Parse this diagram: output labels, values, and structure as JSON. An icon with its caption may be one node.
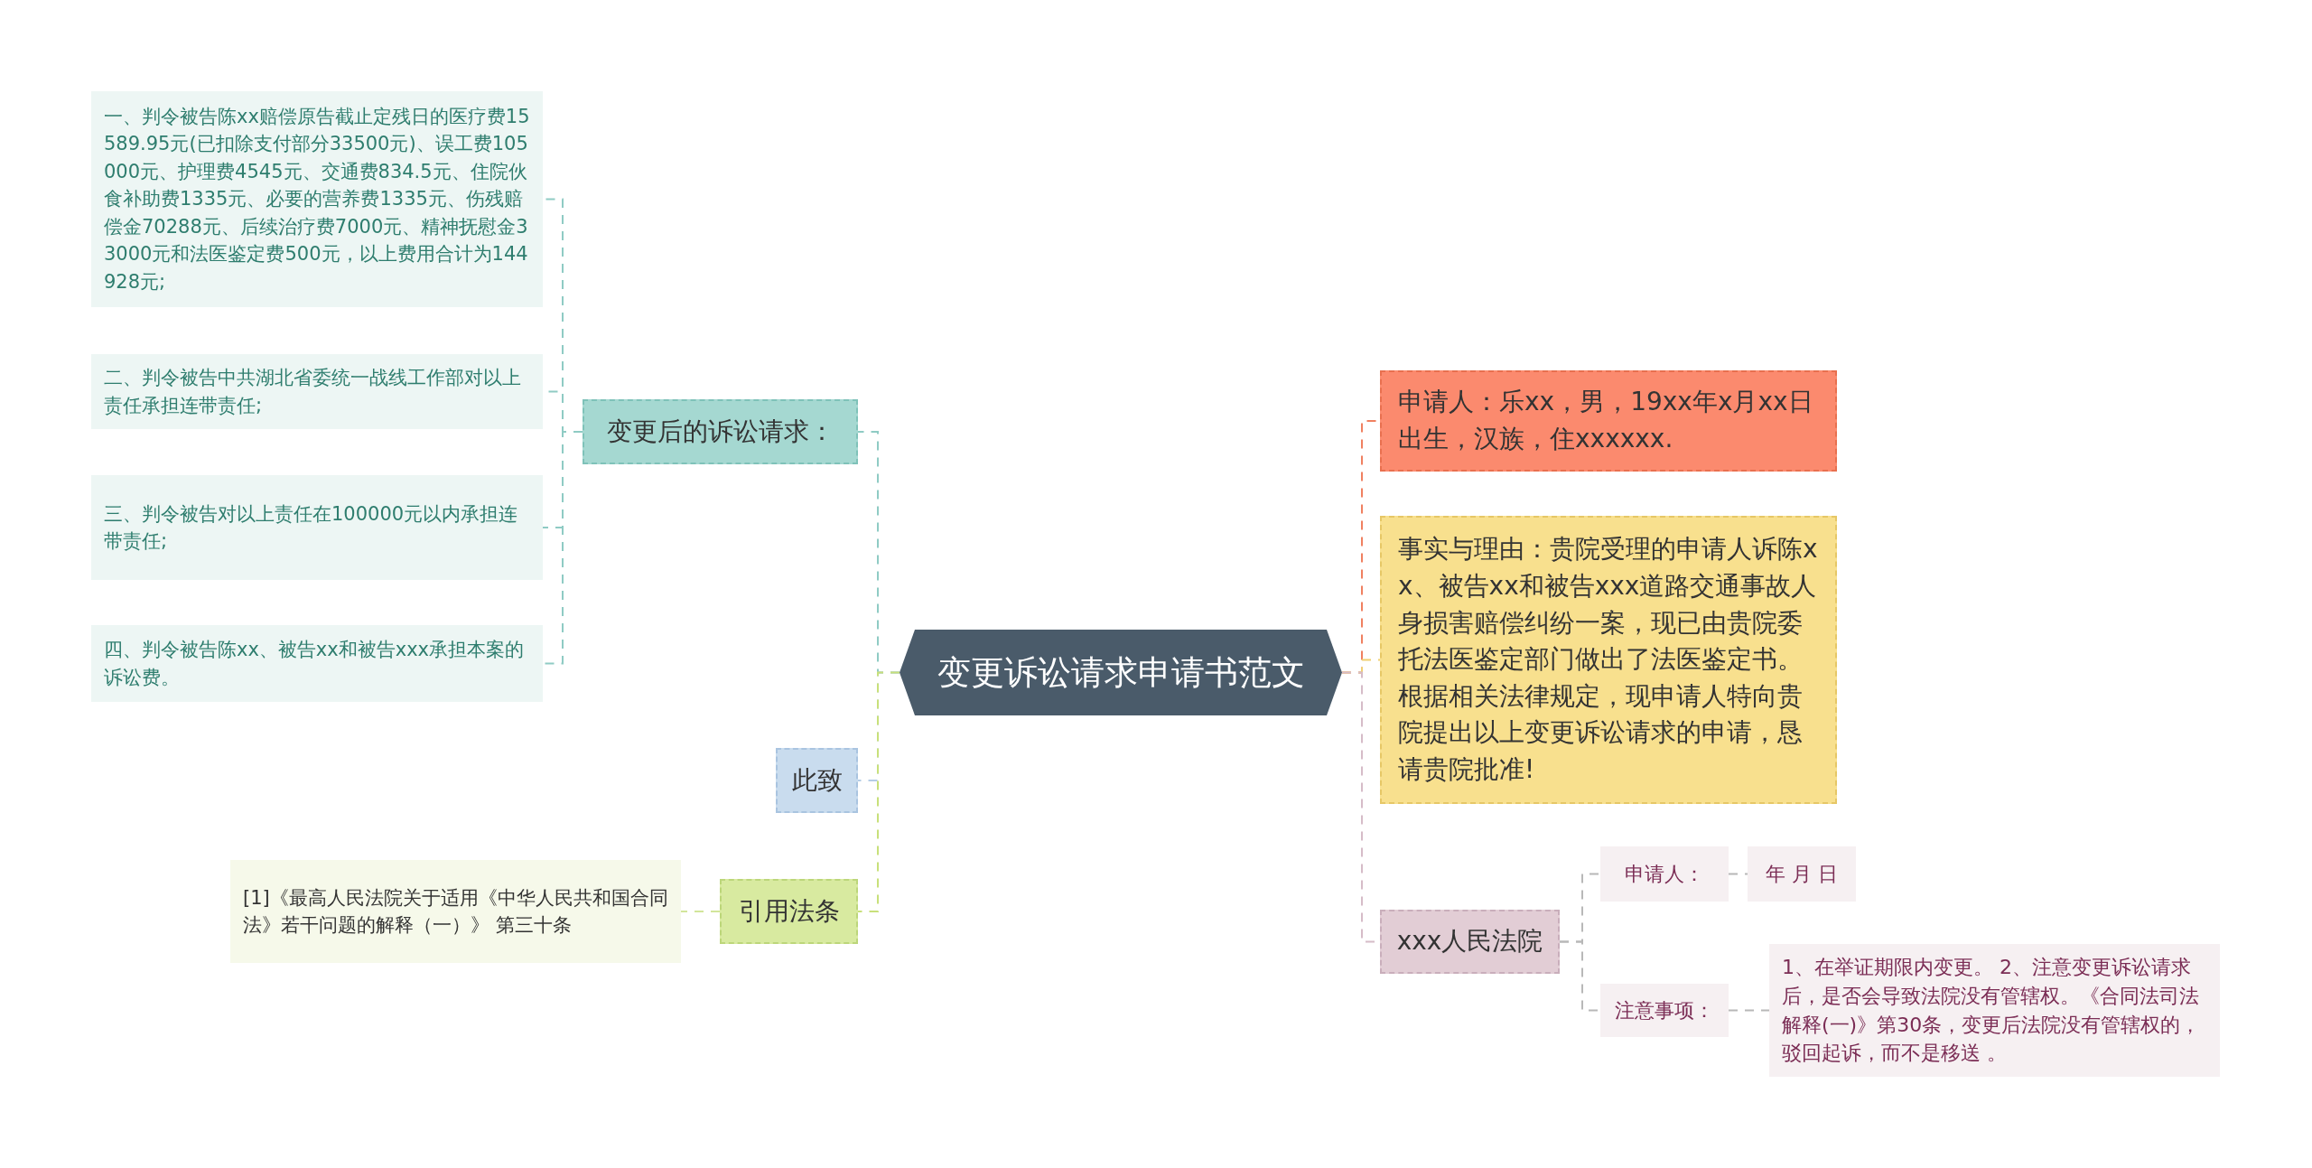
{
  "diagram": {
    "nodes": [
      {
        "text": [
          "变更诉讼请求申请书范文"
        ]
      },
      {
        "text": [
          "变更后的诉讼请求："
        ]
      },
      {
        "text": [
          "一、判令被告陈xx赔偿原告截止定残日的医疗费15589.95元(已扣除支付部分33500元)、误工费105000元、护理费4545元、交通费834.5元、住院伙食补助费1335元、必要的营养费1335元、伤残赔偿金70288元、后续治疗费7000元、精神抚慰金33000元和法医鉴定费500元，以上费用合计为144928元;"
        ]
      },
      {
        "text": [
          "二、判令被告中共湖北省委统一战线工作部对以上责任承担连带责任;"
        ]
      },
      {
        "text": [
          "三、判令被告对以上责任在100000元以内承担连带责任;"
        ]
      },
      {
        "text": [
          "四、判令被告陈xx、被告xx和被告xxx承担本案的诉讼费。"
        ]
      },
      {
        "text": [
          "此致"
        ]
      },
      {
        "text": [
          "引用法条"
        ]
      },
      {
        "text": [
          "[1]《最高人民法院关于适用《中华人民共和国合同法》若干问题的解释（一）》 第三十条"
        ]
      },
      {
        "text": [
          "申请人：乐xx，男，19xx年x月xx日出生，汉族，住xxxxxx."
        ]
      },
      {
        "text": [
          "事实与理由：贵院受理的申请人诉陈xx、被告xx和被告xxx道路交通事故人身损害赔偿纠纷一案，现已由贵院委托法医鉴定部门做出了法医鉴定书。根据相关法律规定，现申请人特向贵院提出以上变更诉讼请求的申请，恳请贵院批准!"
        ]
      },
      {
        "text": [
          "xxx人民法院"
        ]
      },
      {
        "text": [
          "申请人："
        ]
      },
      {
        "text": [
          "年 月 日"
        ]
      },
      {
        "text": [
          "注意事项："
        ]
      },
      {
        "text": [
          "1、在举证期限内变更。 2、注意变更诉讼请求后，是否会导致法院没有管辖权。《合同法司法解释(一)》第30条，变更后法院没有管辖权的，驳回起诉，而不是移送 。"
        ]
      }
    ],
    "edges": [
      {
        "from": 0,
        "to": 1,
        "arrow": "none",
        "style": "dashed",
        "color": "#8fcbc4"
      },
      {
        "from": 1,
        "to": 2,
        "arrow": "none",
        "style": "dashed",
        "color": "#8fcbc4"
      },
      {
        "from": 1,
        "to": 3,
        "arrow": "none",
        "style": "dashed",
        "color": "#8fcbc4"
      },
      {
        "from": 1,
        "to": 4,
        "arrow": "none",
        "style": "dashed",
        "color": "#8fcbc4"
      },
      {
        "from": 1,
        "to": 5,
        "arrow": "none",
        "style": "dashed",
        "color": "#8fcbc4"
      },
      {
        "from": 0,
        "to": 6,
        "arrow": "none",
        "style": "dashed",
        "color": "#b5cde6"
      },
      {
        "from": 0,
        "to": 7,
        "arrow": "none",
        "style": "dashed",
        "color": "#c8e07a"
      },
      {
        "from": 7,
        "to": 8,
        "arrow": "none",
        "style": "dashed",
        "color": "#d2e59a"
      },
      {
        "from": 0,
        "to": 9,
        "arrow": "none",
        "style": "dashed",
        "color": "#f08060"
      },
      {
        "from": 0,
        "to": 10,
        "arrow": "none",
        "style": "dashed",
        "color": "#f0d070"
      },
      {
        "from": 0,
        "to": 11,
        "arrow": "none",
        "style": "dashed",
        "color": "#d6bcc8"
      },
      {
        "from": 11,
        "to": 12,
        "arrow": "none",
        "style": "dashed",
        "color": "#b8b8b8"
      },
      {
        "from": 12,
        "to": 13,
        "arrow": "none",
        "style": "dashed",
        "color": "#b8b8b8"
      },
      {
        "from": 11,
        "to": 14,
        "arrow": "none",
        "style": "dashed",
        "color": "#b8b8b8"
      },
      {
        "from": 14,
        "to": 15,
        "arrow": "none",
        "style": "dashed",
        "color": "#b8b8b8"
      }
    ]
  }
}
